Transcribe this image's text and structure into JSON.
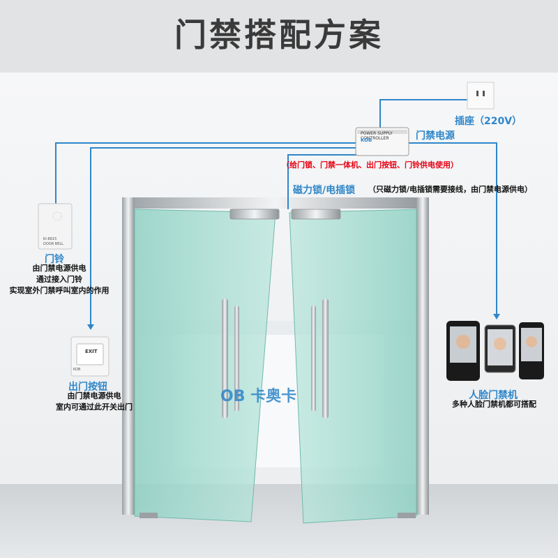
{
  "title": "门禁搭配方案",
  "socket": {
    "label": "插座（220V）"
  },
  "power_supply": {
    "label": "门禁电源",
    "device_text": "POWER SUPPLY CONTROLLER",
    "brand": "KOB",
    "note": "（给门锁、门禁一体机、出门按钮、门铃供电使用）"
  },
  "magnetic_lock": {
    "label": "磁力锁/电插锁",
    "note": "（只磁力锁/电插锁需要接线，由门禁电源供电）"
  },
  "doorbell": {
    "label": "门铃",
    "device_text_1": "KI-8815",
    "device_text_2": "DOOR BELL",
    "desc": [
      "由门禁电源供电",
      "通过接入门铃",
      "实现室外门禁呼叫室内的作用"
    ]
  },
  "exit_button": {
    "label": "出门按钮",
    "device_text": "EXIT",
    "device_brand": "KOB",
    "desc": [
      "由门禁电源供电",
      "室内可通过此开关出门"
    ]
  },
  "face_terminal": {
    "label": "人脸门禁机",
    "desc": "多种人脸门禁机都可搭配"
  },
  "reception_logo": {
    "brand": "OB",
    "name": "卡奥卡"
  },
  "colors": {
    "wire": "#2e86c9",
    "accent_blue": "#2e86c9",
    "note_red": "#e60012",
    "glass": "#9fd8cc"
  }
}
